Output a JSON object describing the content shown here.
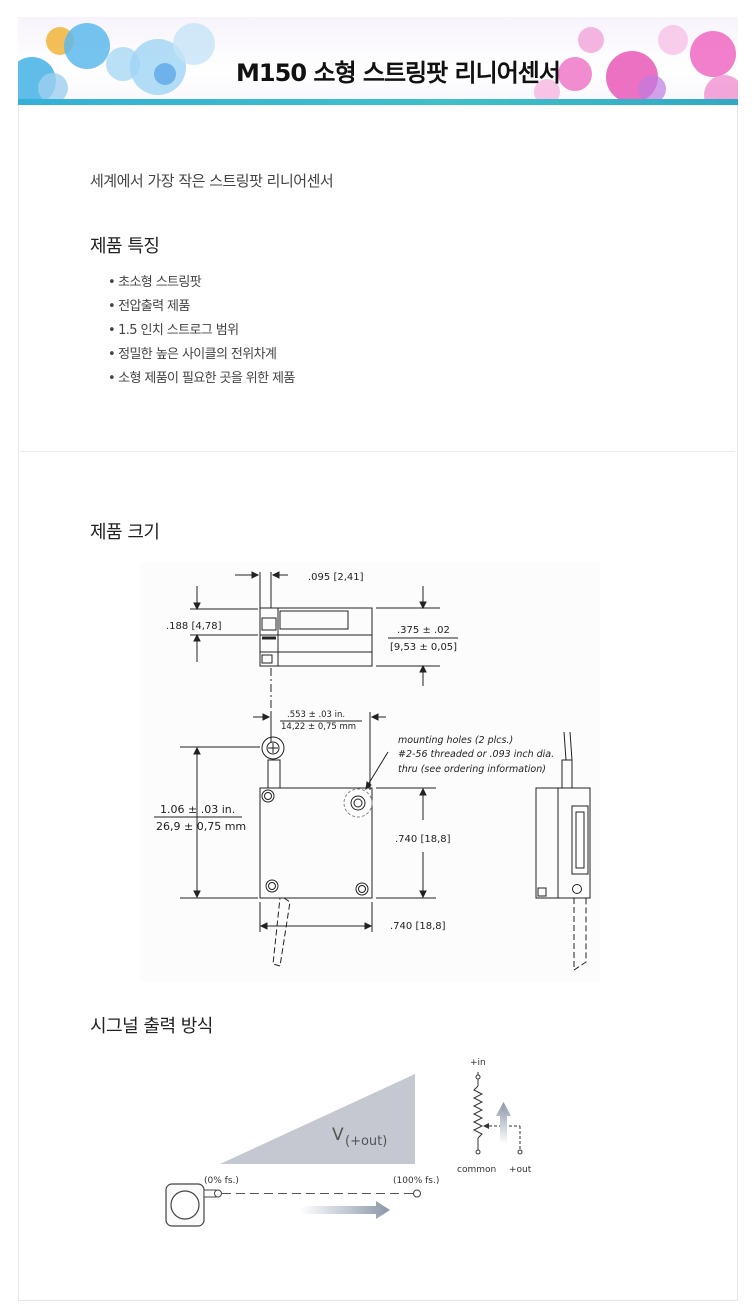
{
  "banner": {
    "title": "M150 소형 스트링팟 리니어센서"
  },
  "intro": {
    "text": "세계에서 가장 작은 스트링팟 리니어센서"
  },
  "features": {
    "heading": "제품 특징",
    "items": [
      "초소형 스트링팟",
      "전압출력 제품",
      "1.5 인치 스트로그 범위",
      "정밀한 높은 사이클의 전위차계",
      "소형 제품이 필요한 곳을 위한 제품"
    ]
  },
  "dimensions": {
    "heading": "제품 크기",
    "dim_095": ".095 [2,41]",
    "dim_188": ".188 [4,78]",
    "dim_375_top": ".375 ± .02",
    "dim_375_bottom": "[9,53 ± 0,05]",
    "dim_553_top": ".553 ± .03 in.",
    "dim_553_bottom": "14,22 ± 0,75 mm",
    "dim_106_top": "1.06 ± .03 in.",
    "dim_106_bottom": "26,9 ± 0,75 mm",
    "dim_740_v": ".740 [18,8]",
    "dim_740_h": ".740 [18,8]",
    "mounting_line1": "mounting holes (2 plcs.)",
    "mounting_line2": "#2-56 threaded or .093 inch dia.",
    "mounting_line3": "thru (see ordering information)"
  },
  "signal": {
    "heading": "시그널 출력 방식",
    "v_label": "V",
    "v_sub": "(+out)",
    "zero_label": "(0% fs.)",
    "full_label": "(100% fs.)",
    "plus_in": "+in",
    "common": "common",
    "plus_out": "+out"
  }
}
